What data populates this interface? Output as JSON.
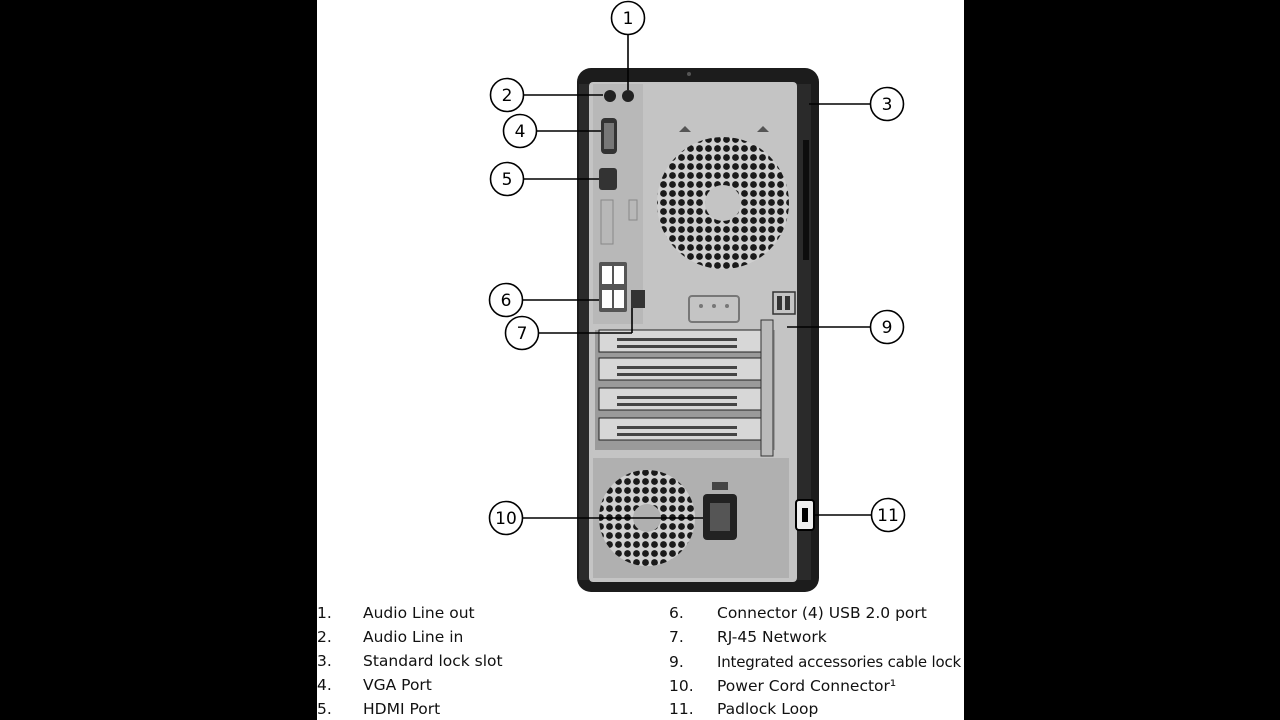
{
  "callouts": [
    {
      "num": "1",
      "label": "Audio Line out"
    },
    {
      "num": "2",
      "label": "Audio Line in"
    },
    {
      "num": "3",
      "label": "Standard lock slot"
    },
    {
      "num": "4",
      "label": "VGA Port"
    },
    {
      "num": "5",
      "label": "HDMI Port"
    },
    {
      "num": "6",
      "label": "Connector (4) USB 2.0 port"
    },
    {
      "num": "7",
      "label": "RJ-45 Network"
    },
    {
      "num": "9",
      "label": "Integrated accessories cable lock"
    },
    {
      "num": "10",
      "label": "Power Cord Connector¹"
    },
    {
      "num": "11",
      "label": "Padlock Loop"
    }
  ],
  "legend": [
    {
      "num": "1.",
      "text": "Audio Line out"
    },
    {
      "num": "2.",
      "text": "Audio Line in"
    },
    {
      "num": "3.",
      "text": "Standard lock slot"
    },
    {
      "num": "4.",
      "text": "VGA Port"
    },
    {
      "num": "5.",
      "text": "HDMI Port"
    },
    {
      "num": "6.",
      "text": "Connector (4) USB 2.0 port"
    },
    {
      "num": "7.",
      "text": "RJ-45 Network"
    },
    {
      "num": "9.",
      "text": "Integrated accessories cable lock"
    },
    {
      "num": "10.",
      "text": "Power Cord Connector¹"
    },
    {
      "num": "11.",
      "text": "Padlock Loop"
    }
  ],
  "colors": {
    "case": "#1c1c1c",
    "panel": "#bdbdbd",
    "vent": "#1a1a1a",
    "background": "#000000"
  }
}
